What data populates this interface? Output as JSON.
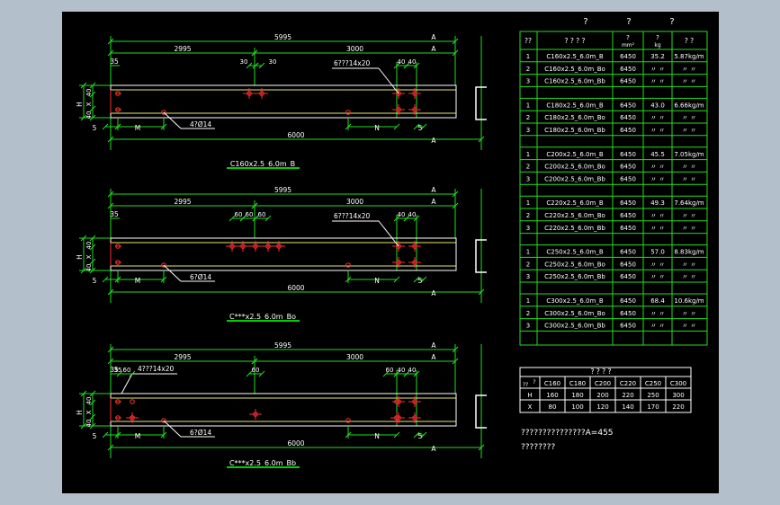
{
  "beams": [
    {
      "id": "B",
      "caption": "C160x2.5_6.0m_B",
      "dims": {
        "total_top": "5995",
        "left": "2995",
        "right": "3000",
        "a1": "A",
        "a2": "A",
        "end_left": "35",
        "sp1": "30",
        "sp2": "30",
        "end_r1": "40",
        "end_r2": "40",
        "holes_long": "6???14x20",
        "holes_round": "4?Ø14",
        "h": "H",
        "h40a": "40",
        "hx": "X",
        "h40b": "40",
        "five_l": "5",
        "m": "M",
        "n": "N",
        "five_r": "5",
        "total_bottom": "6000",
        "a_bottom": "A"
      }
    },
    {
      "id": "Bo",
      "caption": "C***x2.5_6.0m_Bo",
      "dims": {
        "total_top": "5995",
        "left": "2995",
        "right": "3000",
        "a1": "A",
        "a2": "A",
        "end_left": "35",
        "sp1": "60",
        "sp2": "60",
        "sp3": "60",
        "end_r1": "40",
        "end_r2": "40",
        "holes_long": "6???14x20",
        "holes_round": "6?Ø14",
        "h": "H",
        "h40a": "40",
        "hx": "X",
        "h40b": "40",
        "five_l": "5",
        "m": "M",
        "n": "N",
        "five_r": "5",
        "total_bottom": "6000",
        "a_bottom": "A"
      }
    },
    {
      "id": "Bb",
      "caption": "C***x2.5_6.0m_Bb",
      "dims": {
        "total_top": "5995",
        "left": "2995",
        "right": "3000",
        "a1": "A",
        "a2": "A",
        "end_left": "35",
        "sp_left": "60",
        "sp_mid": "60",
        "sp_right": "60",
        "end_r1": "40",
        "end_r2": "40",
        "holes_long": "4???14x20",
        "holes_round": "6?Ø14",
        "h": "H",
        "h40a": "40",
        "hx": "X",
        "h40b": "40",
        "five_l": "5",
        "m": "M",
        "n": "N",
        "five_r": "5",
        "total_bottom": "6000",
        "a_bottom": "A"
      }
    }
  ],
  "table": {
    "title_marks": [
      "?",
      "?",
      "?"
    ],
    "headers": [
      "??",
      "? ? ? ?",
      "?",
      "mm²",
      "?",
      "kg",
      "? ?"
    ],
    "groups": [
      [
        [
          "1",
          "C160x2.5_6.0m_B",
          "6450",
          "35.2",
          "5.87kg/m"
        ],
        [
          "2",
          "C160x2.5_6.0m_Bo",
          "6450",
          "〃 〃",
          "〃 〃"
        ],
        [
          "3",
          "C160x2.5_6.0m_Bb",
          "6450",
          "〃 〃",
          "〃 〃"
        ]
      ],
      [
        [
          "1",
          "C180x2.5_6.0m_B",
          "6450",
          "43.0",
          "6.66kg/m"
        ],
        [
          "2",
          "C180x2.5_6.0m_Bo",
          "6450",
          "〃 〃",
          "〃 〃"
        ],
        [
          "3",
          "C180x2.5_6.0m_Bb",
          "6450",
          "〃 〃",
          "〃 〃"
        ]
      ],
      [
        [
          "1",
          "C200x2.5_6.0m_B",
          "6450",
          "45.5",
          "7.05kg/m"
        ],
        [
          "2",
          "C200x2.5_6.0m_Bo",
          "6450",
          "〃 〃",
          "〃 〃"
        ],
        [
          "3",
          "C200x2.5_6.0m_Bb",
          "6450",
          "〃 〃",
          "〃 〃"
        ]
      ],
      [
        [
          "1",
          "C220x2.5_6.0m_B",
          "6450",
          "49.3",
          "7.64kg/m"
        ],
        [
          "2",
          "C220x2.5_6.0m_Bo",
          "6450",
          "〃 〃",
          "〃 〃"
        ],
        [
          "3",
          "C220x2.5_6.0m_Bb",
          "6450",
          "〃 〃",
          "〃 〃"
        ]
      ],
      [
        [
          "1",
          "C250x2.5_6.0m_B",
          "6450",
          "57.0",
          "8.83kg/m"
        ],
        [
          "2",
          "C250x2.5_6.0m_Bo",
          "6450",
          "〃 〃",
          "〃 〃"
        ],
        [
          "3",
          "C250x2.5_6.0m_Bb",
          "6450",
          "〃 〃",
          "〃 〃"
        ]
      ],
      [
        [
          "1",
          "C300x2.5_6.0m_B",
          "6450",
          "68.4",
          "10.6kg/m"
        ],
        [
          "2",
          "C300x2.5_6.0m_Bo",
          "6450",
          "〃 〃",
          "〃 〃"
        ],
        [
          "3",
          "C300x2.5_6.0m_Bb",
          "6450",
          "〃 〃",
          "〃 〃"
        ]
      ]
    ]
  },
  "small_table": {
    "title": "? ? ? ?",
    "corner": "??",
    "corner2": "?",
    "sizes": [
      "C160",
      "C180",
      "C200",
      "C220",
      "C250",
      "C300"
    ],
    "rows": [
      {
        "label": "H",
        "values": [
          "160",
          "180",
          "200",
          "220",
          "250",
          "300"
        ]
      },
      {
        "label": "X",
        "values": [
          "80",
          "100",
          "120",
          "140",
          "170",
          "220"
        ]
      }
    ]
  },
  "notes": [
    "???????????????A=455",
    "????????"
  ],
  "colors": {
    "background": "#000000",
    "frame": "#b4bfcc",
    "green": "#22dd22",
    "white": "#ffffff",
    "yellow": "#e8e870",
    "red": "#ff3030",
    "underline": "#00d000"
  }
}
